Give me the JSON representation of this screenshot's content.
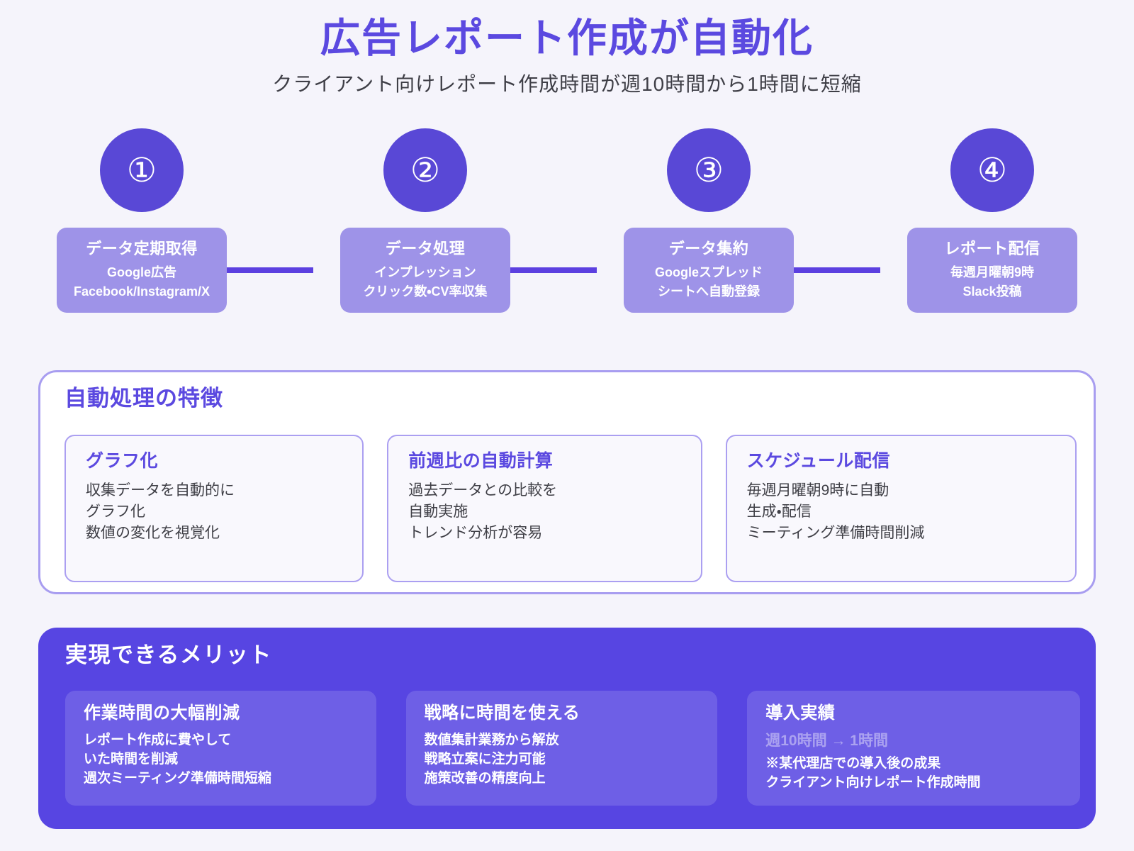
{
  "header": {
    "title": "広告レポート作成が自動化",
    "subtitle": "クライアント向けレポート作成時間が週10時間から1時間に短縮"
  },
  "steps": [
    {
      "badge": "①",
      "title": "データ定期取得",
      "lines": [
        "Google広告",
        "Facebook/Instagram/X"
      ]
    },
    {
      "badge": "②",
      "title": "データ処理",
      "lines": [
        "インプレッション",
        "クリック数・CV率収集"
      ]
    },
    {
      "badge": "③",
      "title": "データ集約",
      "lines": [
        "Googleスプレッド",
        "シートへ自動登録"
      ]
    },
    {
      "badge": "④",
      "title": "レポート配信",
      "lines": [
        "毎週月曜朝9時",
        "Slack投稿"
      ]
    }
  ],
  "features": {
    "heading": "自動処理の特徴",
    "cards": [
      {
        "title": "グラフ化",
        "lines": [
          "収集データを自動的に",
          "グラフ化",
          "数値の変化を視覚化"
        ]
      },
      {
        "title": "前週比の自動計算",
        "lines": [
          "過去データとの比較を",
          "自動実施",
          "トレンド分析が容易"
        ]
      },
      {
        "title": "スケジュール配信",
        "lines": [
          "毎週月曜朝9時に自動",
          "生成・配信",
          "ミーティング準備時間削減"
        ]
      }
    ]
  },
  "benefits": {
    "heading": "実現できるメリット",
    "cards": [
      {
        "title": "作業時間の大幅削減",
        "metric": "",
        "lines": [
          "レポート作成に費やして",
          "いた時間を削減",
          "週次ミーティング準備時間短縮"
        ]
      },
      {
        "title": "戦略に時間を使える",
        "metric": "",
        "lines": [
          "数値集計業務から解放",
          "戦略立案に注力可能",
          "施策改善の精度向上"
        ]
      },
      {
        "title": "導入実績",
        "metric": "週10時間 → 1時間",
        "lines": [
          "※某代理店での導入後の成果",
          "クライアント向けレポート作成時間"
        ]
      }
    ]
  },
  "colors": {
    "accent_purple": "#5b49e0",
    "circle_purple": "#5948d6",
    "step_box_purple": "#9e93e8",
    "connector_purple": "#5c40e0",
    "panel_border_purple": "#a89df0",
    "benefits_bg_purple": "#5745e2",
    "page_bg": "#f5f4fb",
    "body_text": "#3e3e46"
  }
}
